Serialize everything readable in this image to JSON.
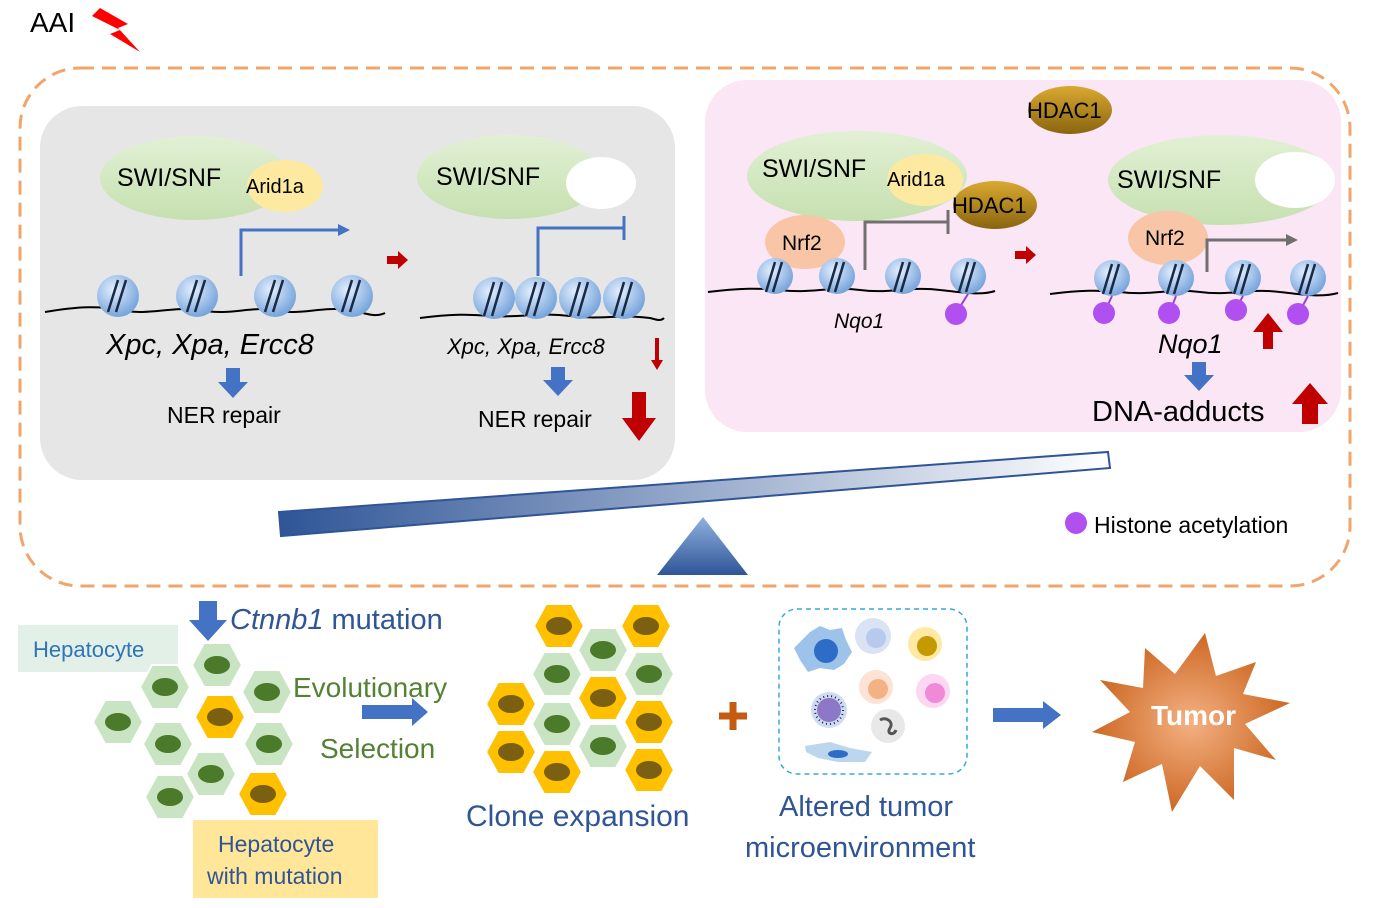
{
  "colors": {
    "dashed_border": "#f2a56b",
    "gray_panel": "#e6e6e6",
    "pink_panel": "#fbe6f6",
    "swisnf": "#d5e8c0",
    "arid1a": "#fde9a0",
    "hdac1": "#b58a1a",
    "nrf2": "#f8c6a6",
    "nucleosome": "#9fc3ea",
    "blue_arrow": "#4472c4",
    "red_arrow": "#c00000",
    "histone_dot": "#b050f0",
    "hepatocyte": "#c9e4c3",
    "mutated": "#ffc000",
    "nucleus": "#4a7a2a",
    "tumor": "#d26f2c",
    "tumor_gradient": "#f1a26c"
  },
  "aai": {
    "label": "AAI",
    "icon": "lightning-bolt-icon"
  },
  "left_panel": {
    "complex_1": {
      "swisnf": "SWI/SNF",
      "arid1a": "Arid1a"
    },
    "genes_1": "Xpc, Xpa, Ercc8",
    "repair_1": "NER repair",
    "complex_2": {
      "swisnf": "SWI/SNF"
    },
    "genes_2": "Xpc, Xpa, Ercc8",
    "repair_2": "NER repair"
  },
  "right_panel": {
    "hdac1_free": "HDAC1",
    "complex_1": {
      "swisnf": "SWI/SNF",
      "arid1a": "Arid1a",
      "hdac1": "HDAC1",
      "nrf2": "Nrf2"
    },
    "gene_1": "Nqo1",
    "complex_2": {
      "swisnf": "SWI/SNF",
      "nrf2": "Nrf2"
    },
    "gene_2": "Nqo1",
    "adducts": "DNA-adducts"
  },
  "legend": {
    "histone": "Histone acetylation"
  },
  "bottom": {
    "mutation_gene": "Ctnnb1",
    "mutation_word": "mutation",
    "hepatocyte_label": "Hepatocyte",
    "mutated_label_1": "Hepatocyte",
    "mutated_label_2": "with mutation",
    "evolutionary": "Evolutionary",
    "selection": "Selection",
    "clone_expansion": "Clone expansion",
    "altered_1": "Altered tumor",
    "altered_2": "microenvironment",
    "tumor": "Tumor"
  }
}
